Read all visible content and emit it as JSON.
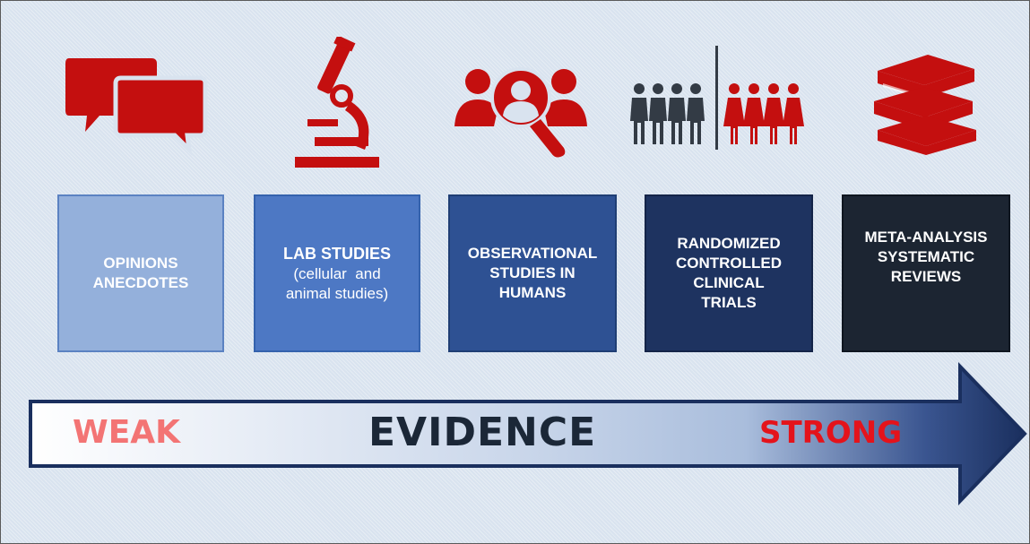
{
  "icons": {
    "col1": "speech-bubbles-icon",
    "col2": "microscope-icon",
    "col3": "people-magnifier-icon",
    "col4": "two-groups-icon",
    "col5": "stacked-books-icon",
    "color": "#c40f0f",
    "people_color": "#333b45"
  },
  "boxes": {
    "opinions": {
      "line1": "OPINIONS",
      "line2": "ANECDOTES"
    },
    "lab": {
      "line1": "LAB STUDIES",
      "line2": "(cellular  and",
      "line3": "animal studies)"
    },
    "observational": {
      "line1": "OBSERVATIONAL",
      "line2": "STUDIES IN",
      "line3": "HUMANS"
    },
    "randomized": {
      "line1": "RANDOMIZED",
      "line2": "CONTROLLED",
      "line3": "CLINICAL",
      "line4": "TRIALS"
    },
    "meta": {
      "line1": "META-ANALYSIS",
      "line2": "SYSTEMATIC",
      "line3": "REVIEWS"
    }
  },
  "arrow": {
    "weak": "WEAK",
    "evidence": "EVIDENCE",
    "strong": "STRONG",
    "gradient": [
      "#ffffff",
      "#a9bddc",
      "#1a2f5e"
    ]
  }
}
